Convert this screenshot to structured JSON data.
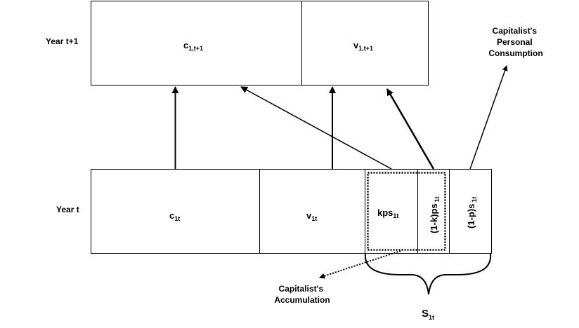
{
  "rows": {
    "next_year_label": "Year t+1",
    "current_year_label": "Year t"
  },
  "next_year_blocks": [
    {
      "symbol": "c",
      "subscript": "1,t+1"
    },
    {
      "symbol": "v",
      "subscript": "1,t+1"
    }
  ],
  "current_year_blocks": [
    {
      "symbol": "c",
      "subscript": "1t"
    },
    {
      "symbol": "v",
      "subscript": "1t"
    },
    {
      "symbol": "kps",
      "subscript": "1t"
    },
    {
      "symbol": "(1-k)ps",
      "subscript": "1t"
    },
    {
      "symbol": "(1-p)s",
      "subscript": "1t"
    }
  ],
  "annotations": {
    "personal_consumption": [
      "Capitalist's",
      "Personal",
      "Consumption"
    ],
    "accumulation": [
      "Capitalist's",
      "Accumulation"
    ],
    "surplus_symbol": "S",
    "surplus_subscript": "1t"
  },
  "colors": {
    "stroke": "#000000",
    "background": "#ffffff"
  }
}
